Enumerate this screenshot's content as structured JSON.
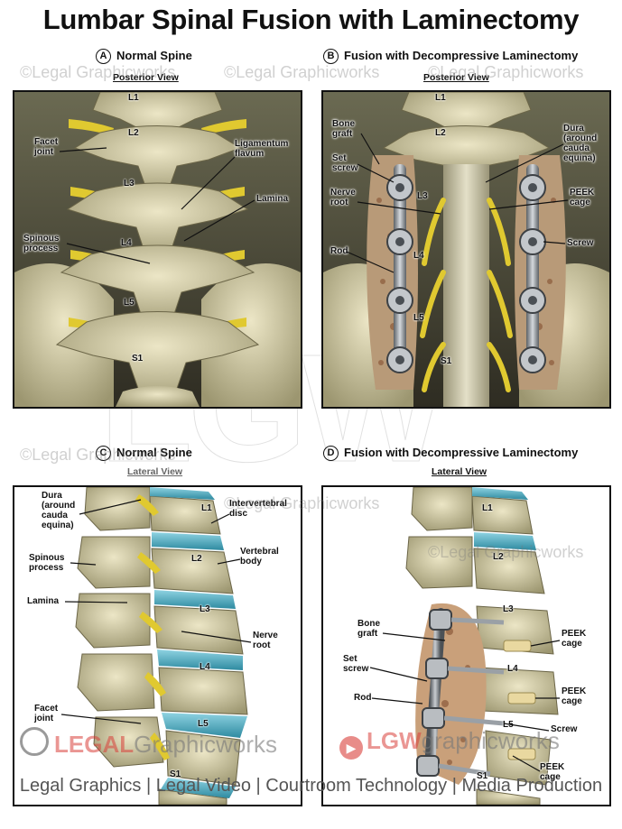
{
  "title": "Lumbar Spinal Fusion with Laminectomy",
  "watermark": "©Legal Graphicworks",
  "big_logo": "LGW",
  "brand_left": {
    "word1": "LEGAL",
    "word2": "Graphicworks"
  },
  "brand_right": {
    "word1": "LGW",
    "word2": "graphicworks"
  },
  "footer": "Legal Graphics | Legal Video | Courtroom Technology | Media Production",
  "panels": {
    "a": {
      "letter": "A",
      "title": "Normal Spine",
      "view": "Posterior View",
      "vertebrae": [
        "L1",
        "L2",
        "L3",
        "L4",
        "L5",
        "S1"
      ],
      "labels": {
        "facet": "Facet\njoint",
        "ligamentum": "Ligamentum\nflavum",
        "lamina": "Lamina",
        "spinous": "Spinous\nprocess"
      }
    },
    "b": {
      "letter": "B",
      "title": "Fusion with Decompressive Laminectomy",
      "view": "Posterior View",
      "vertebrae": [
        "L1",
        "L2",
        "L3",
        "L4",
        "L5",
        "S1"
      ],
      "labels": {
        "bone_graft": "Bone\ngraft",
        "set_screw": "Set\nscrew",
        "nerve_root": "Nerve\nroot",
        "rod": "Rod",
        "dura": "Dura\n(around\ncauda\nequina)",
        "peek": "PEEK\ncage",
        "screw": "Screw"
      }
    },
    "c": {
      "letter": "C",
      "title": "Normal Spine",
      "view": "Lateral View",
      "vertebrae": [
        "L1",
        "L2",
        "L3",
        "L4",
        "L5",
        "S1"
      ],
      "labels": {
        "dura": "Dura\n(around\ncauda\nequina)",
        "spinous": "Spinous\nprocess",
        "lamina": "Lamina",
        "facet": "Facet\njoint",
        "disc": "Intervertebral\ndisc",
        "body": "Vertebral\nbody",
        "nerve_root": "Nerve\nroot"
      }
    },
    "d": {
      "letter": "D",
      "title": "Fusion with Decompressive Laminectomy",
      "view": "Lateral View",
      "vertebrae": [
        "L1",
        "L2",
        "L3",
        "L4",
        "L5",
        "S1"
      ],
      "labels": {
        "bone_graft": "Bone\ngraft",
        "set_screw": "Set\nscrew",
        "rod": "Rod",
        "peek1": "PEEK\ncage",
        "peek2": "PEEK\ncage",
        "screw": "Screw",
        "peek3": "PEEK\ncage"
      }
    }
  },
  "colors": {
    "bone": "#d9d2b0",
    "bone_dark": "#8f8a64",
    "nerve": "#e8d23a",
    "disc": "#4fb3c9",
    "hardware": "#9aa0a6",
    "graft": "#c9a07a",
    "accent": "#d9403a"
  }
}
